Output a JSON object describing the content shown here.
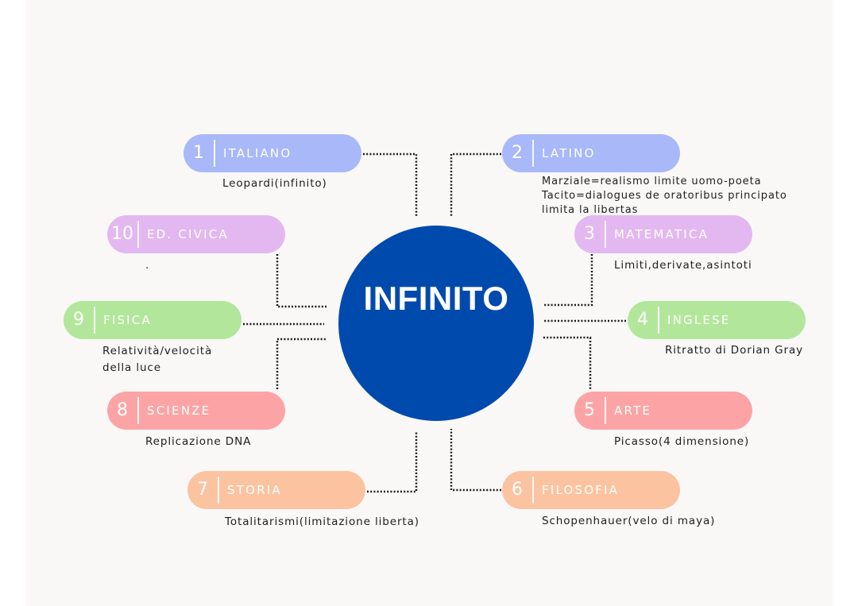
{
  "center": {
    "title": "INFINITO",
    "color": "#004aad"
  },
  "colors": {
    "blue": "#a8b8f8",
    "purple": "#e3b8f0",
    "green": "#b2e79b",
    "red": "#fca4a5",
    "orange": "#fcc3a1"
  },
  "topics": [
    {
      "number": "1",
      "label": "ITALIANO",
      "note": [
        "Leopardi(infinito)"
      ]
    },
    {
      "number": "2",
      "label": "LATINO",
      "note": [
        "Marziale=realismo limite uomo-poeta",
        "Tacito=dialogues de oratoribus principato",
        "limita la libertas"
      ]
    },
    {
      "number": "3",
      "label": "MATEMATICA",
      "note": [
        "Limiti,derivate,asintoti"
      ]
    },
    {
      "number": "4",
      "label": "INGLESE",
      "note": [
        "Ritratto di Dorian Gray"
      ]
    },
    {
      "number": "5",
      "label": "ARTE",
      "note": [
        "Picasso(4 dimensione)"
      ]
    },
    {
      "number": "6",
      "label": "FILOSOFIA",
      "note": [
        "Schopenhauer(velo di maya)"
      ]
    },
    {
      "number": "7",
      "label": "STORIA",
      "note": [
        "Totalitarismi(limitazione liberta)"
      ]
    },
    {
      "number": "8",
      "label": "SCIENZE",
      "note": [
        "Replicazione DNA"
      ]
    },
    {
      "number": "9",
      "label": "FISICA",
      "note": [
        "Relatività/velocità",
        "della luce"
      ]
    },
    {
      "number": "10",
      "label": "ED. CIVICA",
      "note": [
        "."
      ]
    }
  ]
}
